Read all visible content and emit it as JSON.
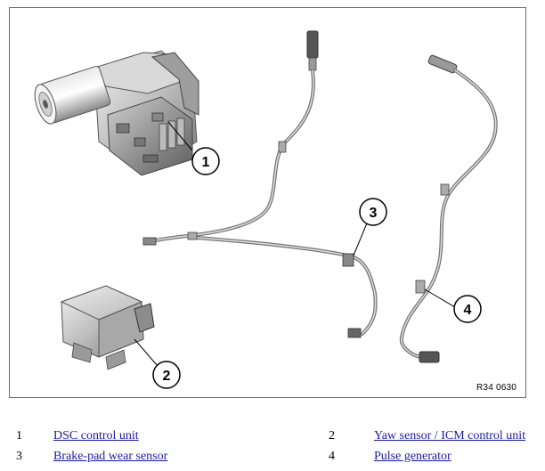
{
  "figure": {
    "reference_code": "R34 0630",
    "callouts": [
      "1",
      "2",
      "3",
      "4"
    ]
  },
  "legend": [
    {
      "number": "1",
      "label": "DSC control unit"
    },
    {
      "number": "2",
      "label": "Yaw sensor / ICM control unit"
    },
    {
      "number": "3",
      "label": "Brake-pad wear sensor"
    },
    {
      "number": "4",
      "label": "Pulse generator"
    }
  ]
}
